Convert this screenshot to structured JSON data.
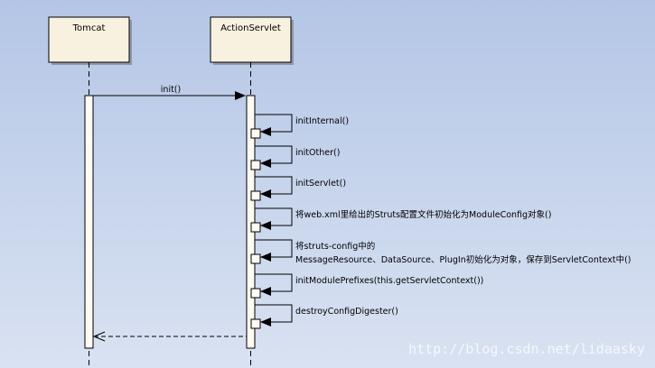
{
  "lifelines": [
    {
      "name": "Tomcat"
    },
    {
      "name": "ActionServlet"
    }
  ],
  "init_message": {
    "label": "init()"
  },
  "self_calls": [
    {
      "lines": [
        "initInternal()"
      ]
    },
    {
      "lines": [
        "initOther()"
      ]
    },
    {
      "lines": [
        "initServlet()"
      ]
    },
    {
      "lines": [
        "将web.xml里给出的Struts配置文件初始化为ModuleConfig对象()"
      ]
    },
    {
      "lines": [
        "将struts-config中的",
        "MessageResource、DataSource、PlugIn初始化为对象，保存到ServletContext中()"
      ]
    },
    {
      "lines": [
        "initModulePrefixes(this.getServletContext())"
      ]
    },
    {
      "lines": [
        "destroyConfigDigester()"
      ]
    }
  ],
  "watermark": "http://blog.csdn.net/lidaasky",
  "colors": {
    "background_top": "#b4c6e6",
    "background_bottom": "#d9e2f2",
    "head_fill": "#f8f1df",
    "head_shadow": "#8e98aa",
    "activation_fill": "#fffbf2",
    "line": "#000000"
  }
}
